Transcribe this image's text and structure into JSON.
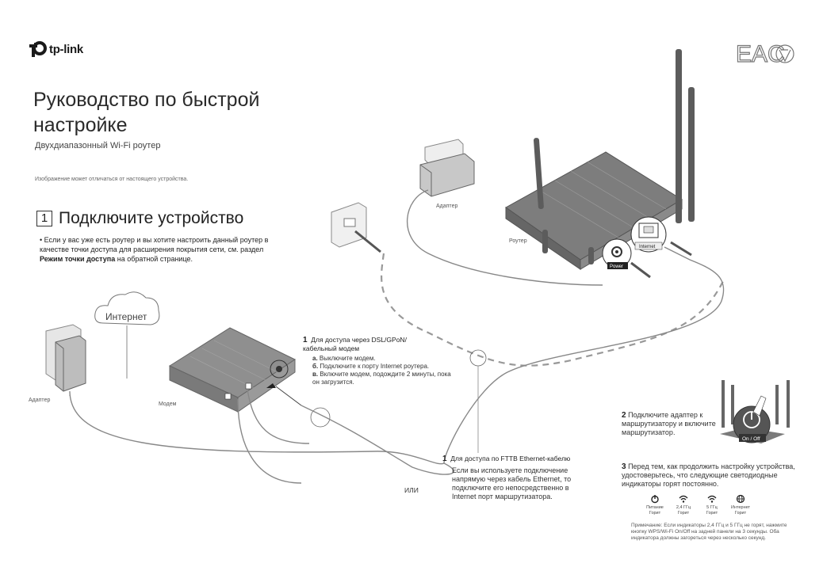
{
  "brand": {
    "name": "tp-link"
  },
  "header": {
    "title": "Руководство по быстрой настройке",
    "subtitle": "Двухдиапазонный Wi-Fi роутер",
    "disclaimer": "Изображение может отличаться от настоящего устройства."
  },
  "certification": {
    "mark": "EAC"
  },
  "step1": {
    "number": "1",
    "title": "Подключите устройство",
    "note_part1": "Если у вас уже есть роутер и вы хотите настроить данный роутер в качестве точки доступа для расширения покрытия сети, см. раздел ",
    "note_bold": "Режим точки доступа",
    "note_part2": " на обратной странице."
  },
  "labels": {
    "internet": "Интернет",
    "adapter_left": "Адаптер",
    "modem": "Модем",
    "adapter_top": "Адаптер",
    "router": "Роутер",
    "port_internet": "Internet",
    "port_power": "Power",
    "on_off": "On / Off",
    "or": "ИЛИ"
  },
  "dsl": {
    "number": "1",
    "heading": "Для доступа через DSL/GPoN/кабельный модем",
    "items": [
      {
        "marker": "a.",
        "text": "Выключите модем."
      },
      {
        "marker": "б.",
        "text": "Подключите к порту Internet роутера."
      },
      {
        "marker": "в.",
        "text": "Включите модем, подождите 2 минуты, пока он загрузится."
      }
    ]
  },
  "ftth": {
    "number": "1",
    "heading": "Для доступа по FTTB Ethernet-кабелю",
    "body": "Если вы используете подключение напрямую через кабель Ethernet, то подключите его непосредственно в Internet порт маршрутизатора."
  },
  "step2": {
    "number": "2",
    "text": "Подключите адаптер к маршрутизатору и включите маршрутизатор."
  },
  "step3": {
    "number": "3",
    "text": "Перед тем, как продолжить настройку устройства, удостоверьтесь, что следующие светодиодные индикаторы горят постоянно."
  },
  "indicators": [
    {
      "icon": "power-icon",
      "label": "Питание",
      "state": "Горит"
    },
    {
      "icon": "wifi-icon",
      "label": "2,4 ГГц",
      "state": "Горит"
    },
    {
      "icon": "wifi-icon",
      "label": "5 ГГц",
      "state": "Горит"
    },
    {
      "icon": "globe-icon",
      "label": "Интернет",
      "state": "Горит"
    }
  ],
  "footnote": "Примечание: Если индикаторы 2,4 ГГц и 5 ГГц не горят, нажмите кнопку WPS/Wi-Fi On/Off на задней панели на 3 секунды. Оба индикатора должны загореться через несколько секунд."
}
